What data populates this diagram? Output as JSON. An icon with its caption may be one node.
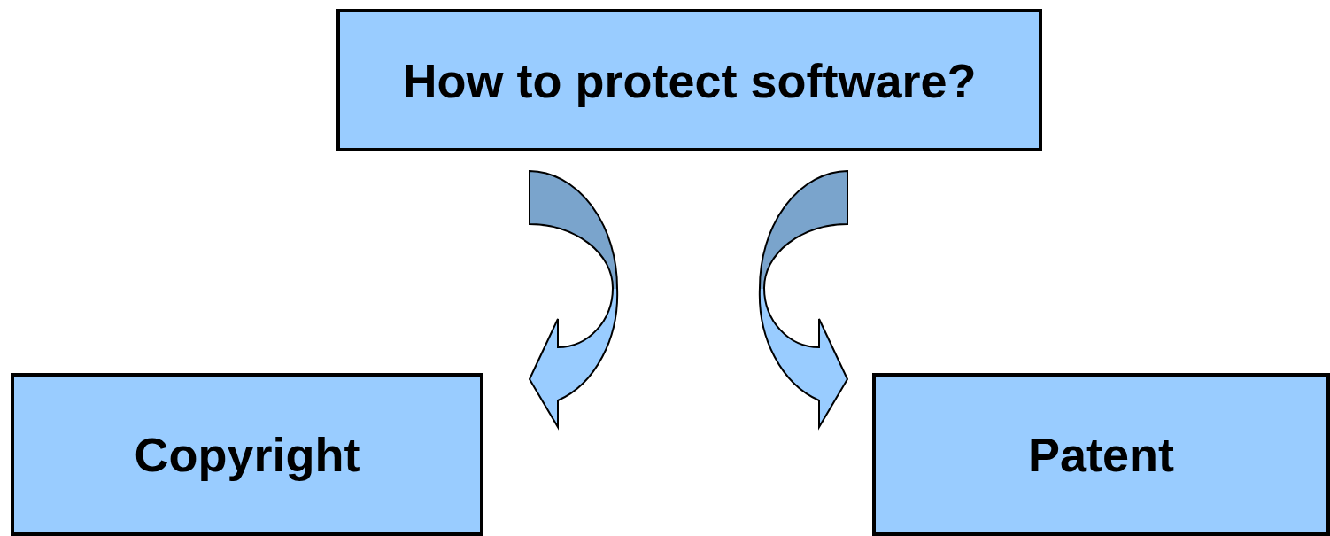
{
  "diagram": {
    "nodes": [
      {
        "text": [
          "How to protect software?"
        ]
      },
      {
        "text": [
          "Copyright"
        ]
      },
      {
        "text": [
          "Patent"
        ]
      }
    ],
    "edges": [
      {
        "from": 0,
        "to": 1,
        "arrow": "to"
      },
      {
        "from": 0,
        "to": 2,
        "arrow": "to"
      }
    ]
  }
}
